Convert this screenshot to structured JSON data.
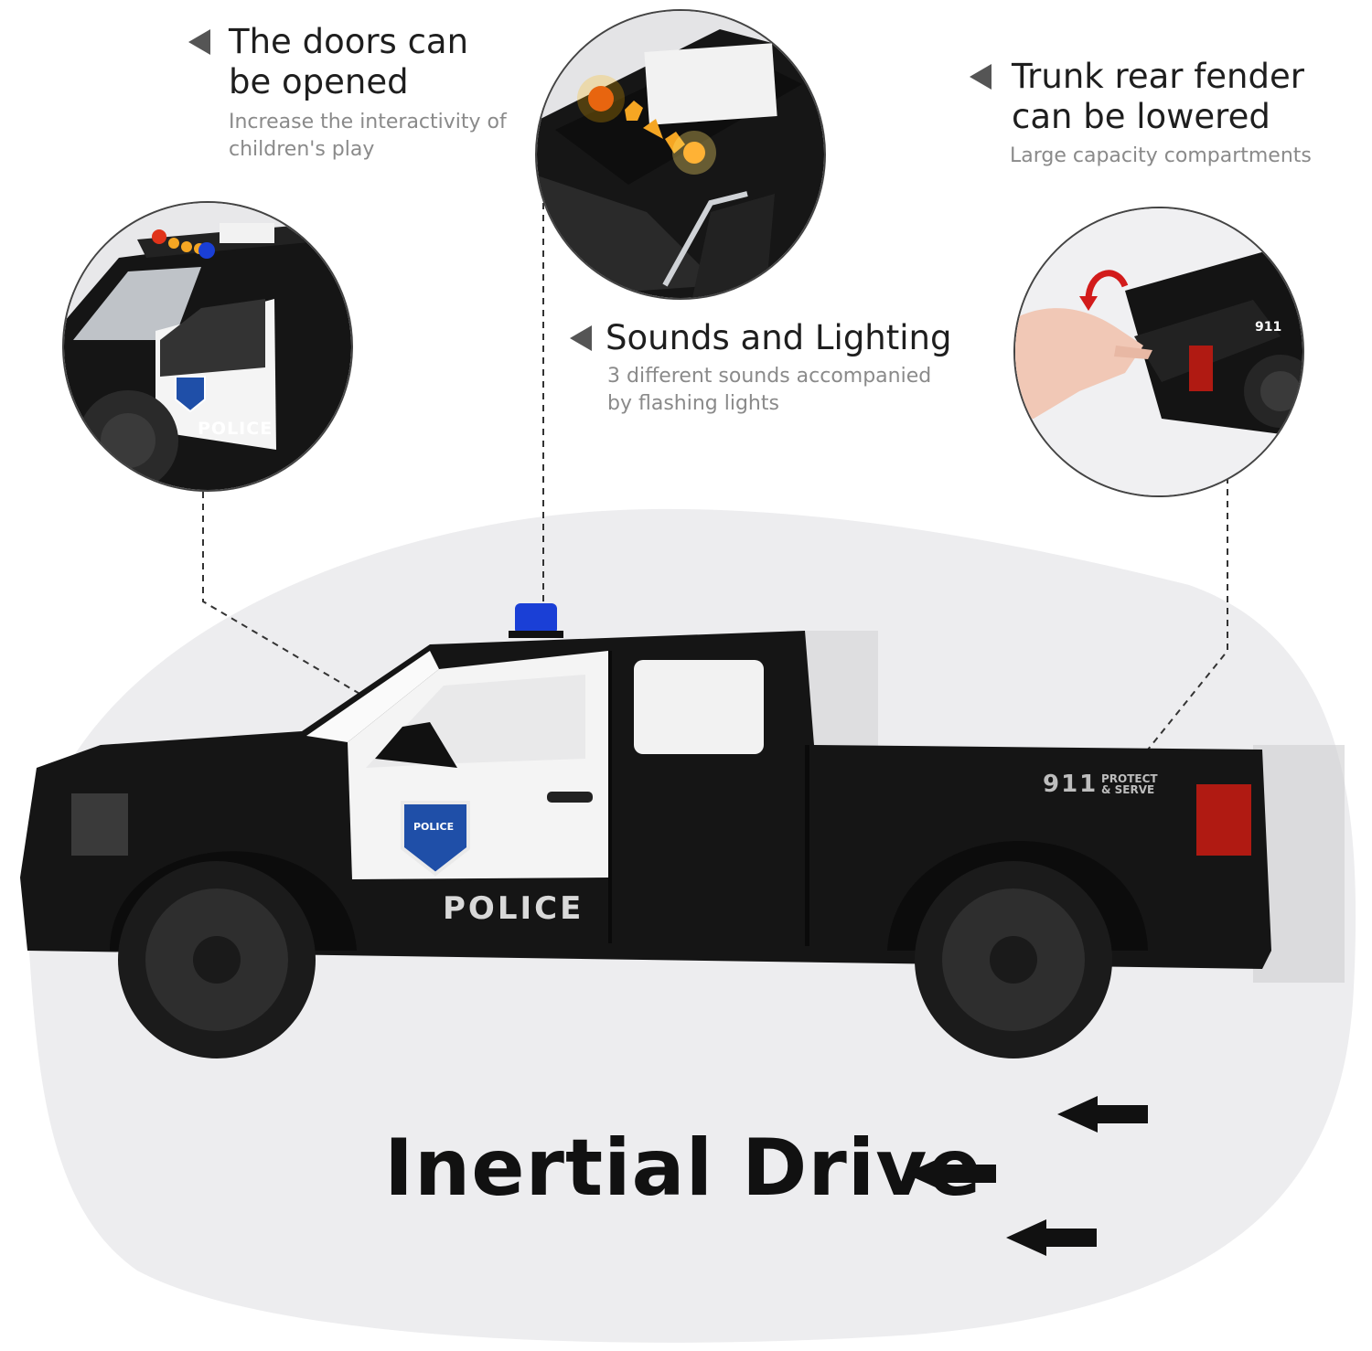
{
  "callouts": {
    "doors": {
      "title_line1": "The doors can",
      "title_line2": "be opened",
      "sub_line1": "Increase the interactivity of",
      "sub_line2": "children's play"
    },
    "sounds": {
      "title": "Sounds and Lighting",
      "sub_line1": "3 different sounds accompanied",
      "sub_line2": "by flashing lights"
    },
    "trunk": {
      "title_line1": "Trunk rear fender",
      "title_line2": "can be lowered",
      "sub": "Large capacity compartments"
    }
  },
  "truck": {
    "door_label": "POLICE",
    "small_door_label": "POLICE",
    "bed_number": "911",
    "bed_text_line1": "PROTECT",
    "bed_text_line2": "& SERVE",
    "small_bed_number": "911",
    "badge_text": "POLICE"
  },
  "headline": "Inertial Drive",
  "colors": {
    "body": "#151515",
    "white_panel": "#f4f4f4",
    "siren_blue": "#1a3fd6",
    "taillight": "#b01a12",
    "light_amber": "#f5a623",
    "light_red": "#e0331a"
  },
  "icons": [
    "left-triangle-icon",
    "left-arrow-icon",
    "police-badge-icon",
    "curved-arrow-icon"
  ]
}
